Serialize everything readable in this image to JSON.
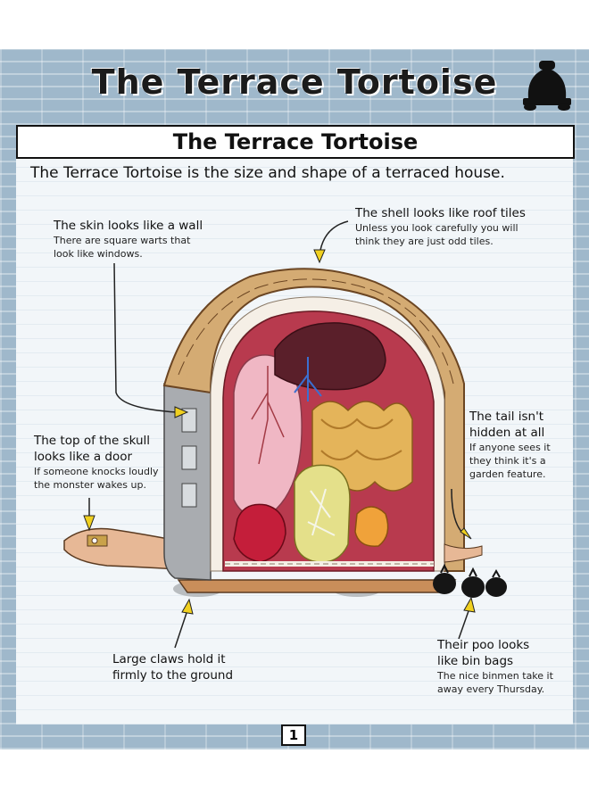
{
  "banner": {
    "title": "The Terrace Tortoise",
    "icon": "tortoise-silhouette-icon"
  },
  "heading": "The Terrace Tortoise",
  "intro": "The Terrace Tortoise is the size and shape of a terraced house.",
  "callouts": {
    "skin": {
      "head": "The skin looks like a wall",
      "sub1": "There are square warts that",
      "sub2": "look like windows."
    },
    "shell": {
      "head": "The shell looks like roof tiles",
      "sub1": "Unless you look carefully you will",
      "sub2": "think they are just odd tiles."
    },
    "skull": {
      "head1": "The top of the skull",
      "head2": "looks like a door",
      "sub1": "If someone knocks loudly",
      "sub2": "the monster wakes up."
    },
    "tail": {
      "head1": "The tail isn't",
      "head2": "hidden at all",
      "sub1": "If anyone sees it",
      "sub2": "they think it's a",
      "sub3": "garden feature."
    },
    "claws": {
      "head1": "Large claws hold it",
      "head2": "firmly to the ground"
    },
    "poo": {
      "head1": "Their poo looks",
      "head2": "like bin bags",
      "sub1": "The nice binmen take it",
      "sub2": "away every Thursday."
    }
  },
  "page_number": "1",
  "colors": {
    "background": "#9fb8cb",
    "arrow": "#f0d020",
    "shell": "#c9a06a",
    "flesh": "#b83a4e"
  }
}
